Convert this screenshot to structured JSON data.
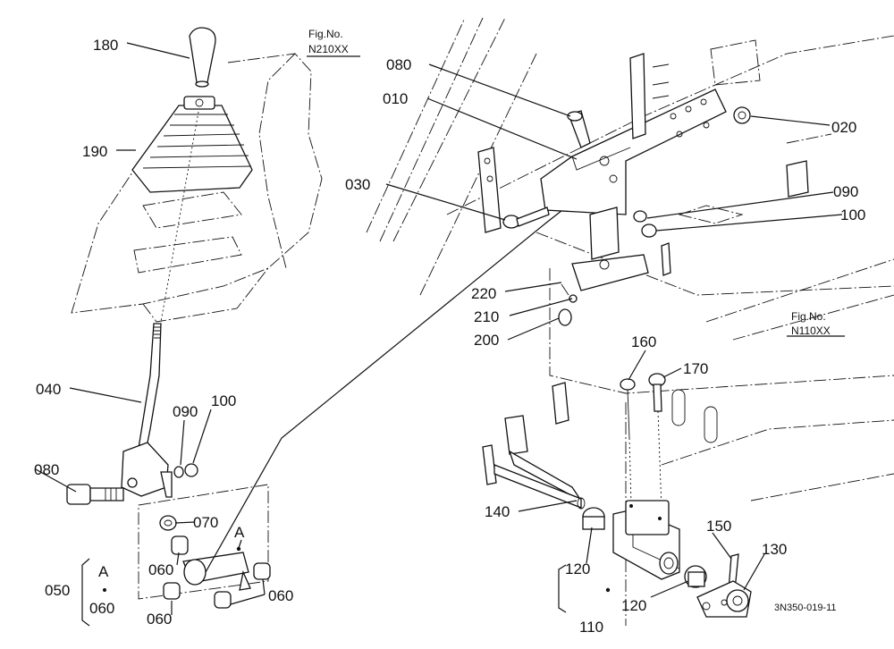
{
  "fig_refs": [
    {
      "label": "Fig.No.",
      "code": "N210XX"
    },
    {
      "label": "Fig.No.",
      "code": "N110XX"
    }
  ],
  "callouts": {
    "c180": "180",
    "c190": "190",
    "c040": "040",
    "c090a": "090",
    "c100a": "100",
    "c080a": "080",
    "c070": "070",
    "c060a": "060",
    "c060b": "060",
    "c060c": "060",
    "cA_top": "A",
    "c050": "050",
    "cA_group": "A",
    "c060_group": "060",
    "c080b": "080",
    "c010": "010",
    "c030": "030",
    "c020": "020",
    "c090b": "090",
    "c100b": "100",
    "c220": "220",
    "c210": "210",
    "c200": "200",
    "c160": "160",
    "c170": "170",
    "c140": "140",
    "c120a": "120",
    "c120b": "120",
    "c150": "150",
    "c130": "130",
    "c110": "110"
  },
  "drawing_code": "3N350-019-11"
}
